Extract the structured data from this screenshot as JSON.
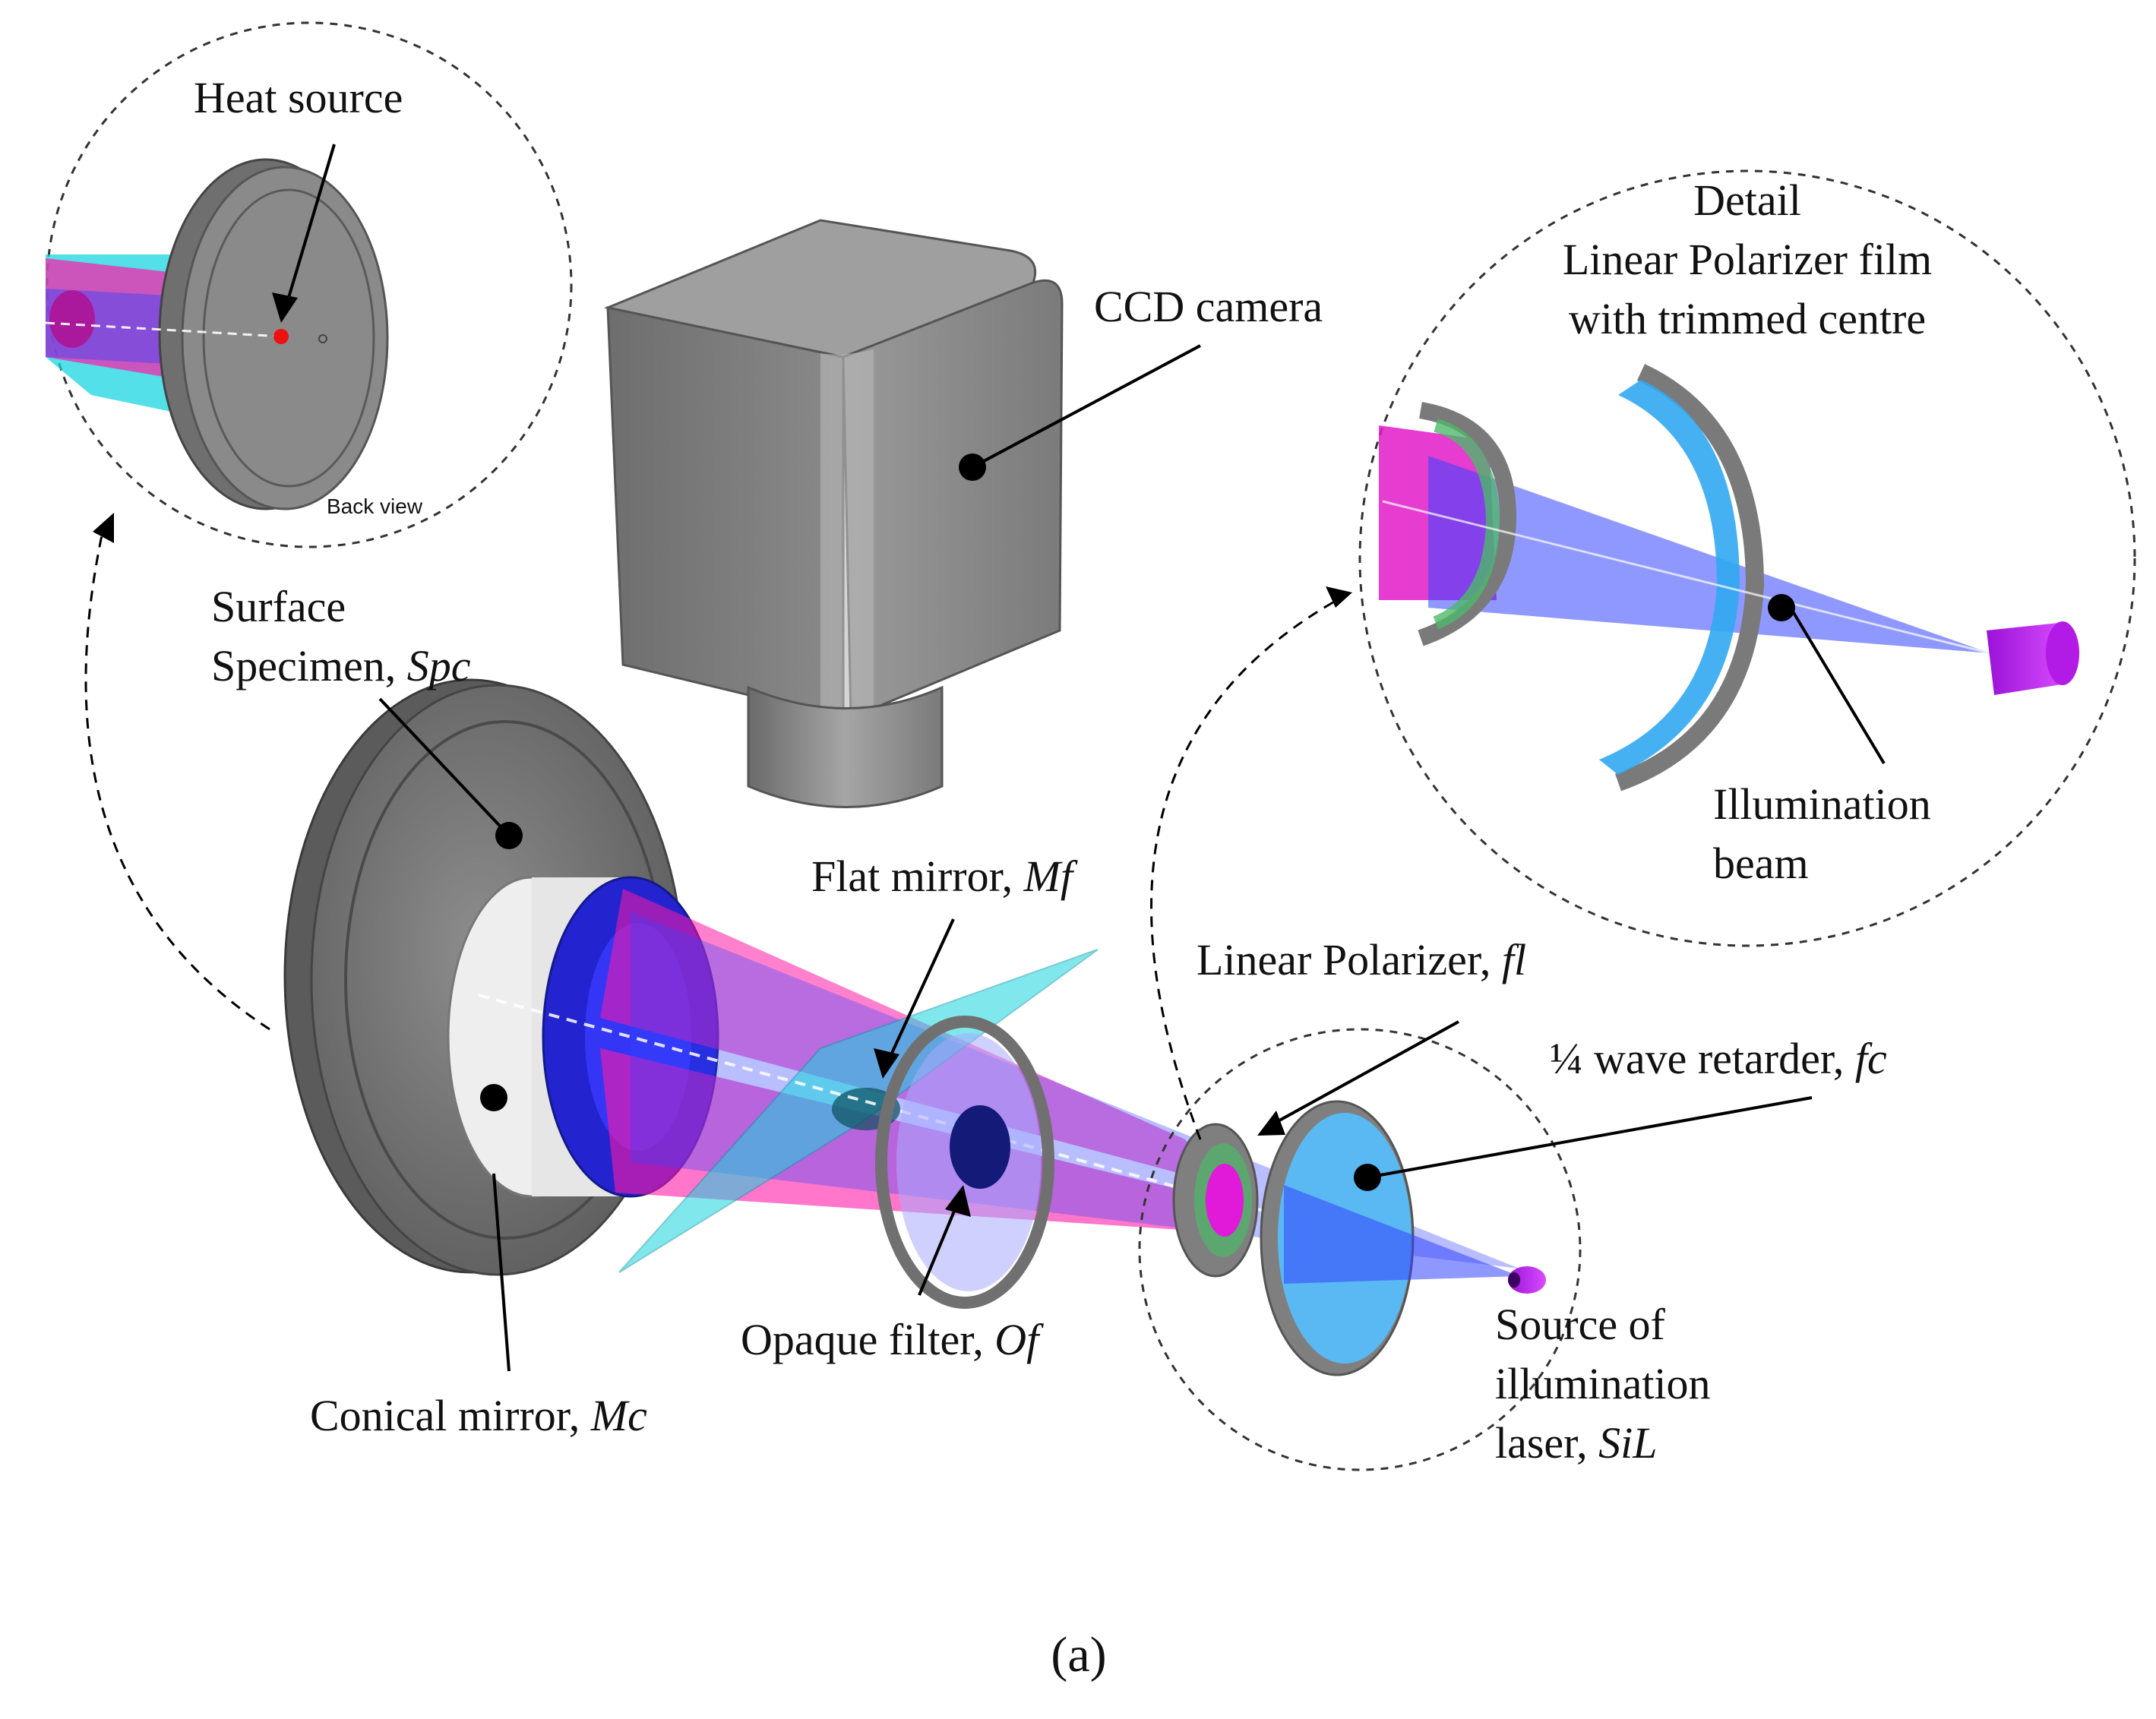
{
  "figure": {
    "caption": "(a)"
  },
  "labels": {
    "heat_source": "Heat source",
    "back_view": "Back view",
    "ccd_camera": "CCD camera",
    "detail_line1": "Detail",
    "detail_line2": "Linear Polarizer film",
    "detail_line3": "with trimmed centre",
    "surface_line1": "Surface",
    "surface_line2": "Specimen, ",
    "surface_sym": "Spc",
    "illum_line1": "Illumination",
    "illum_line2": "beam",
    "flat_mirror": "Flat mirror, ",
    "flat_mirror_sym": "Mf",
    "linear_polarizer": "Linear Polarizer, ",
    "linear_polarizer_sym": "fl",
    "quarter_wave": "¼ wave retarder, ",
    "quarter_wave_sym": "fc",
    "opaque_filter": "Opaque filter, ",
    "opaque_filter_sym": "Of",
    "conical_mirror": "Conical mirror, ",
    "conical_mirror_sym": "Mc",
    "source_line1": "Source of",
    "source_line2": "illumination",
    "source_line3": "laser, ",
    "source_sym": "SiL"
  },
  "colors": {
    "magenta_beam": "#ff1aa6",
    "blue_beam": "#3344ff",
    "cyan_mirror": "#1ad5e0",
    "housing_gray": "#8c8c8c",
    "filter_blue": "#5ab8f2",
    "laser_purple": "#b21ae6"
  }
}
